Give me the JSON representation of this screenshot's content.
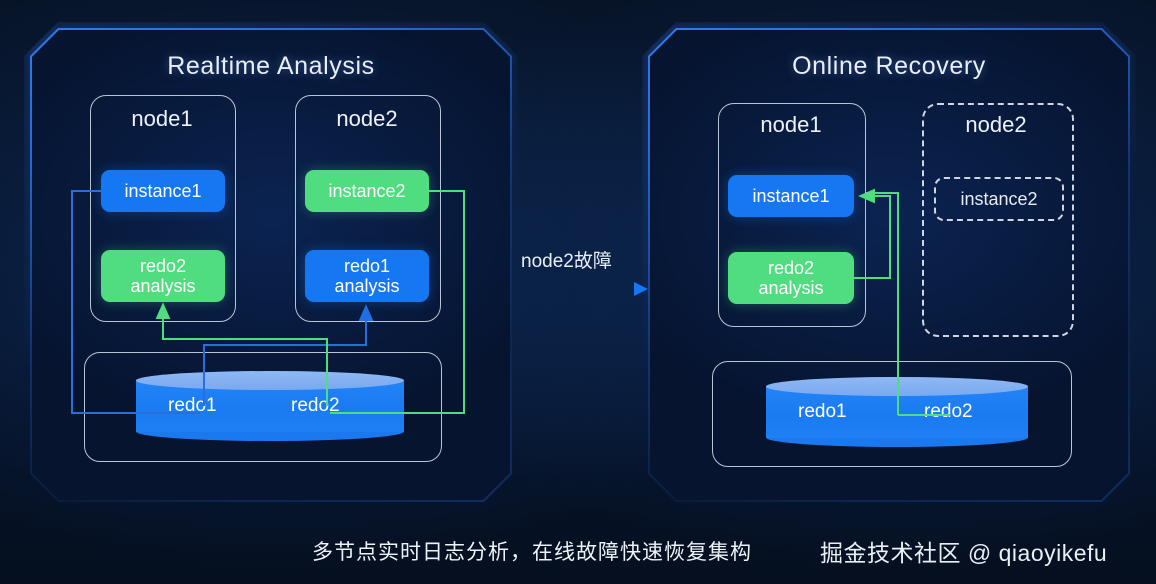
{
  "diagram": {
    "caption": "多节点实时日志分析，在线故障快速恢复集构",
    "watermark": "掘金技术社区 @ qiaoyikefu",
    "transition": {
      "label": "node2故障",
      "arrow_start_color": "#4fdd80",
      "arrow_end_color": "#1677f2"
    },
    "colors": {
      "background": "#061225",
      "panel_border": "#2f7cf0",
      "blue": "#1677f2",
      "green": "#4fdd80",
      "box_stroke": "#b9c4d4",
      "text": "#eef2f8"
    },
    "panels": [
      {
        "id": "realtime-analysis",
        "title": "Realtime Analysis",
        "nodes": [
          {
            "id": "left-node1",
            "title": "node1",
            "dashed": false,
            "chips": [
              {
                "id": "instance1",
                "label": "instance1",
                "color": "blue",
                "dashed": false
              },
              {
                "id": "redo2-analysis",
                "label": "redo2\nanalysis",
                "color": "green",
                "dashed": false
              }
            ]
          },
          {
            "id": "left-node2",
            "title": "node2",
            "dashed": false,
            "chips": [
              {
                "id": "instance2",
                "label": "instance2",
                "color": "green",
                "dashed": false
              },
              {
                "id": "redo1-analysis",
                "label": "redo1\nanalysis",
                "color": "blue",
                "dashed": false
              }
            ]
          }
        ],
        "storage": {
          "id": "left-storage",
          "segments": [
            "redo1",
            "redo2"
          ]
        }
      },
      {
        "id": "online-recovery",
        "title": "Online Recovery",
        "nodes": [
          {
            "id": "right-node1",
            "title": "node1",
            "dashed": false,
            "chips": [
              {
                "id": "r-instance1",
                "label": "instance1",
                "color": "blue",
                "dashed": false
              },
              {
                "id": "r-redo2-analysis",
                "label": "redo2\nanalysis",
                "color": "green",
                "dashed": false
              }
            ]
          },
          {
            "id": "right-node2",
            "title": "node2",
            "dashed": true,
            "chips": [
              {
                "id": "r-instance2",
                "label": "instance2",
                "color": "ghost",
                "dashed": true
              }
            ]
          }
        ],
        "storage": {
          "id": "right-storage",
          "segments": [
            "redo1",
            "redo2"
          ]
        }
      }
    ]
  },
  "labels": {
    "p0_title": "Realtime Analysis",
    "p1_title": "Online Recovery",
    "l_node1": "node1",
    "l_node2": "node2",
    "l_instance1": "instance1",
    "l_instance2": "instance2",
    "l_redo2_analysis_1": "redo2",
    "l_redo2_analysis_2": "analysis",
    "l_redo1_analysis_1": "redo1",
    "l_redo1_analysis_2": "analysis",
    "l_redo1": "redo1",
    "l_redo2": "redo2",
    "r_node1": "node1",
    "r_node2": "node2",
    "r_instance1": "instance1",
    "r_instance2": "instance2",
    "r_redo2_analysis_1": "redo2",
    "r_redo2_analysis_2": "analysis",
    "r_redo1": "redo1",
    "r_redo2": "redo2",
    "transition": "node2故障",
    "caption": "多节点实时日志分析，在线故障快速恢复集构",
    "watermark": "掘金技术社区 @ qiaoyikefu"
  }
}
